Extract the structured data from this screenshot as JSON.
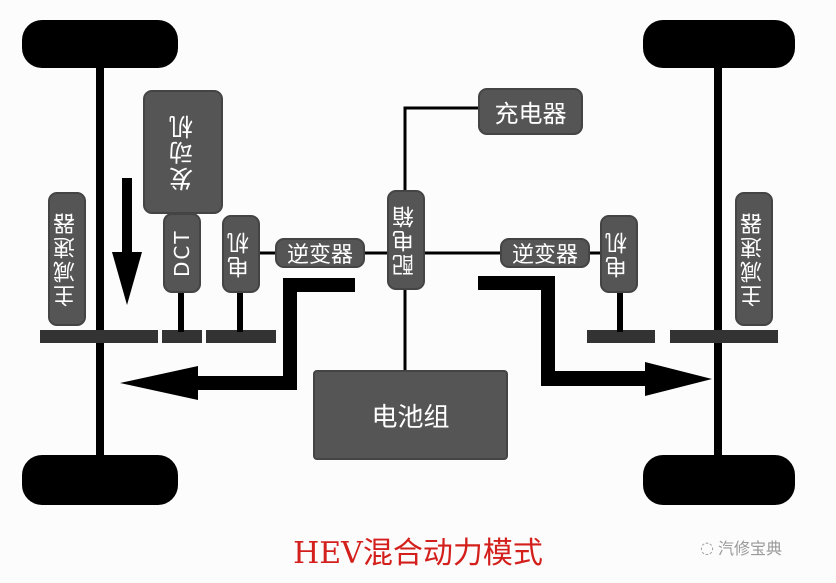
{
  "labels": {
    "final_drive_left": "主减速器",
    "final_drive_right": "主减速器",
    "engine": "发动机",
    "dct": "DCT",
    "motor_left": "电机",
    "motor_right": "电机",
    "inverter_left": "逆变器",
    "inverter_right": "逆变器",
    "distribution_box": "配电箱",
    "charger": "充电器",
    "battery": "电池组"
  },
  "title": "HEV混合动力模式",
  "watermark": "汽修宝典",
  "colors": {
    "box": "#555555",
    "title": "#d4201c",
    "line": "#000000"
  }
}
